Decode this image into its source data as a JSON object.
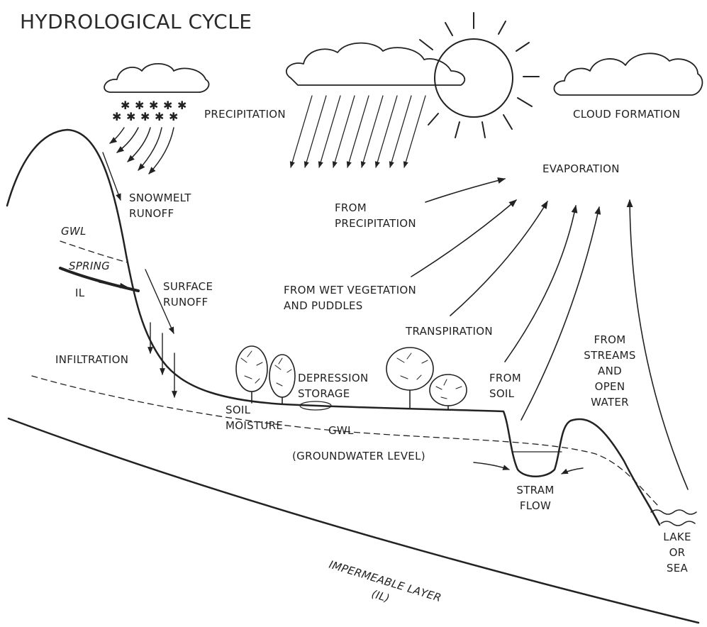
{
  "title": "HYDROLOGICAL CYCLE",
  "labels": {
    "precipitation": "PRECIPITATION",
    "cloud_formation": "CLOUD FORMATION",
    "evaporation": "EVAPORATION",
    "from_precipitation": "FROM\nPRECIPITATION",
    "snowmelt_runoff": "SNOWMELT\nRUNOFF",
    "gwl_upper": "GWL",
    "spring": "SPRING",
    "il_upper": "IL",
    "surface_runoff": "SURFACE\nRUNOFF",
    "from_wet_vegetation": "FROM WET VEGETATION\nAND PUDDLES",
    "transpiration": "TRANSPIRATION",
    "infiltration": "INFILTRATION",
    "depression_storage": "DEPRESSION\nSTORAGE",
    "from_soil": "FROM\nSOIL",
    "from_streams": "FROM\nSTREAMS\nAND\nOPEN WATER",
    "soil_moisture": "SOIL\nMOISTURE",
    "gwl_lower": "GWL",
    "groundwater_level": "(GROUNDWATER LEVEL)",
    "stram_flow": "STRAM\nFLOW",
    "lake_or_sea": "LAKE\nOR\nSEA",
    "impermeable_layer": "IMPERMEABLE LAYER\n(IL)"
  }
}
